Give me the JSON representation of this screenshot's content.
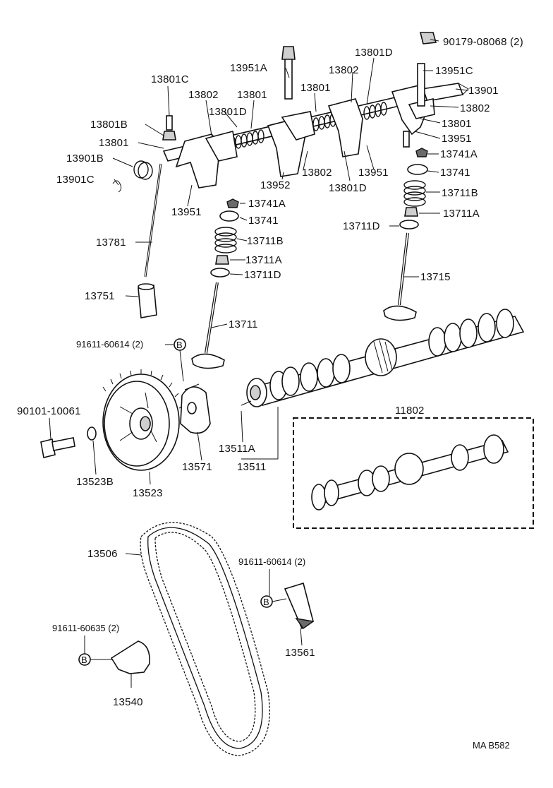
{
  "labels": {
    "p90179": "90179-08068 (2)",
    "p13951A": "13951A",
    "p13801D_a": "13801D",
    "p13951C": "13951C",
    "p13801C": "13801C",
    "p13802_a": "13802",
    "p13801_a": "13801",
    "p13801_b": "13801",
    "p13901": "13901",
    "p13802_b": "13802",
    "p13801B": "13801B",
    "p13801D_b": "13801D",
    "p13802_c": "13802",
    "p13801_c": "13801",
    "p13801_d": "13801",
    "p13951_a": "13951",
    "p13901B": "13901B",
    "p13741A_a": "13741A",
    "p13901C": "13901C",
    "p13802_d": "13802",
    "p13951_b": "13951",
    "p13741_a": "13741",
    "p13952": "13952",
    "p13801D_c": "13801D",
    "p13711B_a": "13711B",
    "p13741A_b": "13741A",
    "p13951_c": "13951",
    "p13711A_a": "13711A",
    "p13741_b": "13741",
    "p13711D_a": "13711D",
    "p13781": "13781",
    "p13711B_b": "13711B",
    "p13711A_b": "13711A",
    "p13715": "13715",
    "p13711D_b": "13711D",
    "p13751": "13751",
    "p13711": "13711",
    "p91611_a": "91611-60614 (2)",
    "p90101": "90101-10061",
    "p11802": "11802",
    "p13511A": "13511A",
    "p13571": "13571",
    "p13511": "13511",
    "p13523B": "13523B",
    "p13523": "13523",
    "p13506": "13506",
    "p91611_b": "91611-60614 (2)",
    "p91611_c": "91611-60635 (2)",
    "p13561": "13561",
    "p13540": "13540"
  },
  "markers": {
    "b": "B"
  },
  "footer": {
    "code": "MA  B582"
  }
}
